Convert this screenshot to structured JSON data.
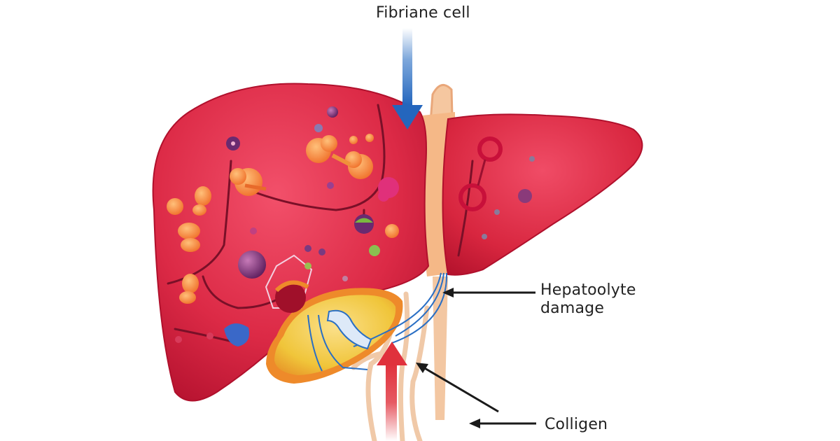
{
  "figure": {
    "subject": "Liver illustration with fibrosis-related callouts",
    "colors": {
      "liver": "#dc2a46",
      "liver_shadow": "#b5122f",
      "ligament": "#f5b887",
      "gallbladder": "#f0c53a",
      "gallbladder_rim": "#ee8a2a",
      "blue_arrow": "#2a6fc4",
      "red_arrow": "#e0313c",
      "callout_arrow": "#1a1a1a"
    }
  },
  "labels": {
    "top": "Fibriane cell",
    "hepatocyte_line1": "Hepatoolyte",
    "hepatocyte_line2": "damage",
    "collagen": "Colligen"
  },
  "arrows": [
    {
      "name": "blue-down-arrow",
      "points_to": "liver right-lobe top",
      "label": "Fibriane cell"
    },
    {
      "name": "red-up-arrow",
      "points_to": "liver hilum",
      "label": ""
    },
    {
      "name": "callout-arrow-hepatocyte",
      "label": "Hepatoolyte damage"
    },
    {
      "name": "callout-arrow-diagonal",
      "label": "Colligen"
    },
    {
      "name": "callout-arrow-collagen",
      "label": "Colligen"
    }
  ]
}
